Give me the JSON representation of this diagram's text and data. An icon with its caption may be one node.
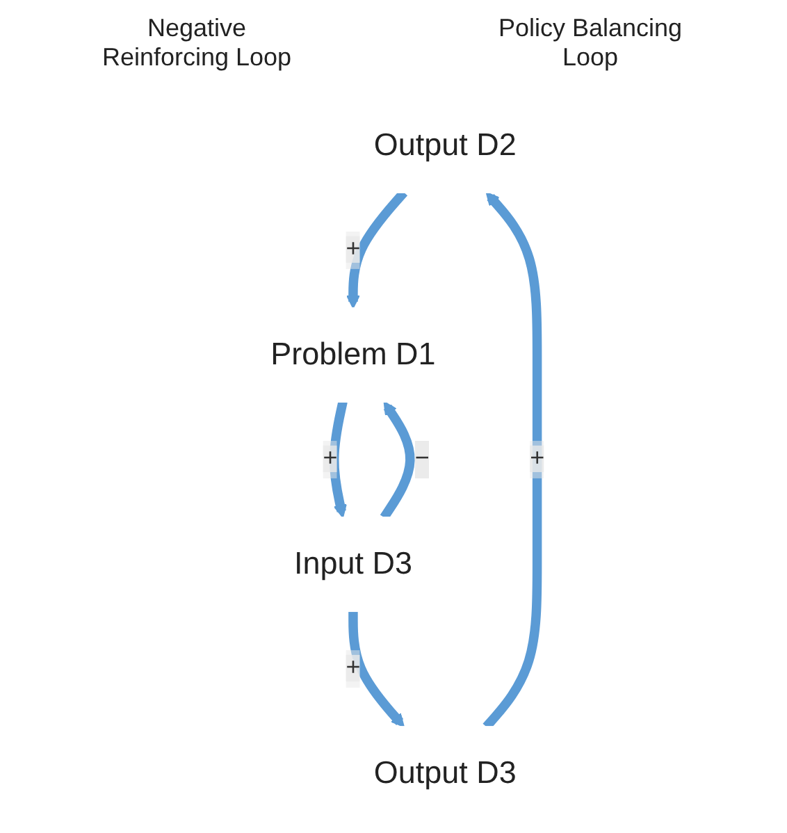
{
  "diagram": {
    "nodes": [
      {
        "text": [
          "Output D2"
        ]
      },
      {
        "text": [
          "Problem D1"
        ]
      },
      {
        "text": [
          "Output D3"
        ]
      },
      {
        "text": [
          "Input D3"
        ]
      }
    ],
    "edges": [
      {
        "from": 0,
        "to": 1,
        "arrow": "to",
        "label": "+"
      },
      {
        "from": 1,
        "to": 3,
        "arrow": "to",
        "label": "+"
      },
      {
        "from": 3,
        "to": 2,
        "arrow": "to",
        "label": "+"
      },
      {
        "from": 2,
        "to": 0,
        "arrow": "to",
        "label": "+"
      },
      {
        "from": 3,
        "to": 1,
        "arrow": "to",
        "label": "−"
      }
    ],
    "labels": [
      "Negative Reinforcing Loop",
      "Policy Balancing Loop"
    ]
  }
}
